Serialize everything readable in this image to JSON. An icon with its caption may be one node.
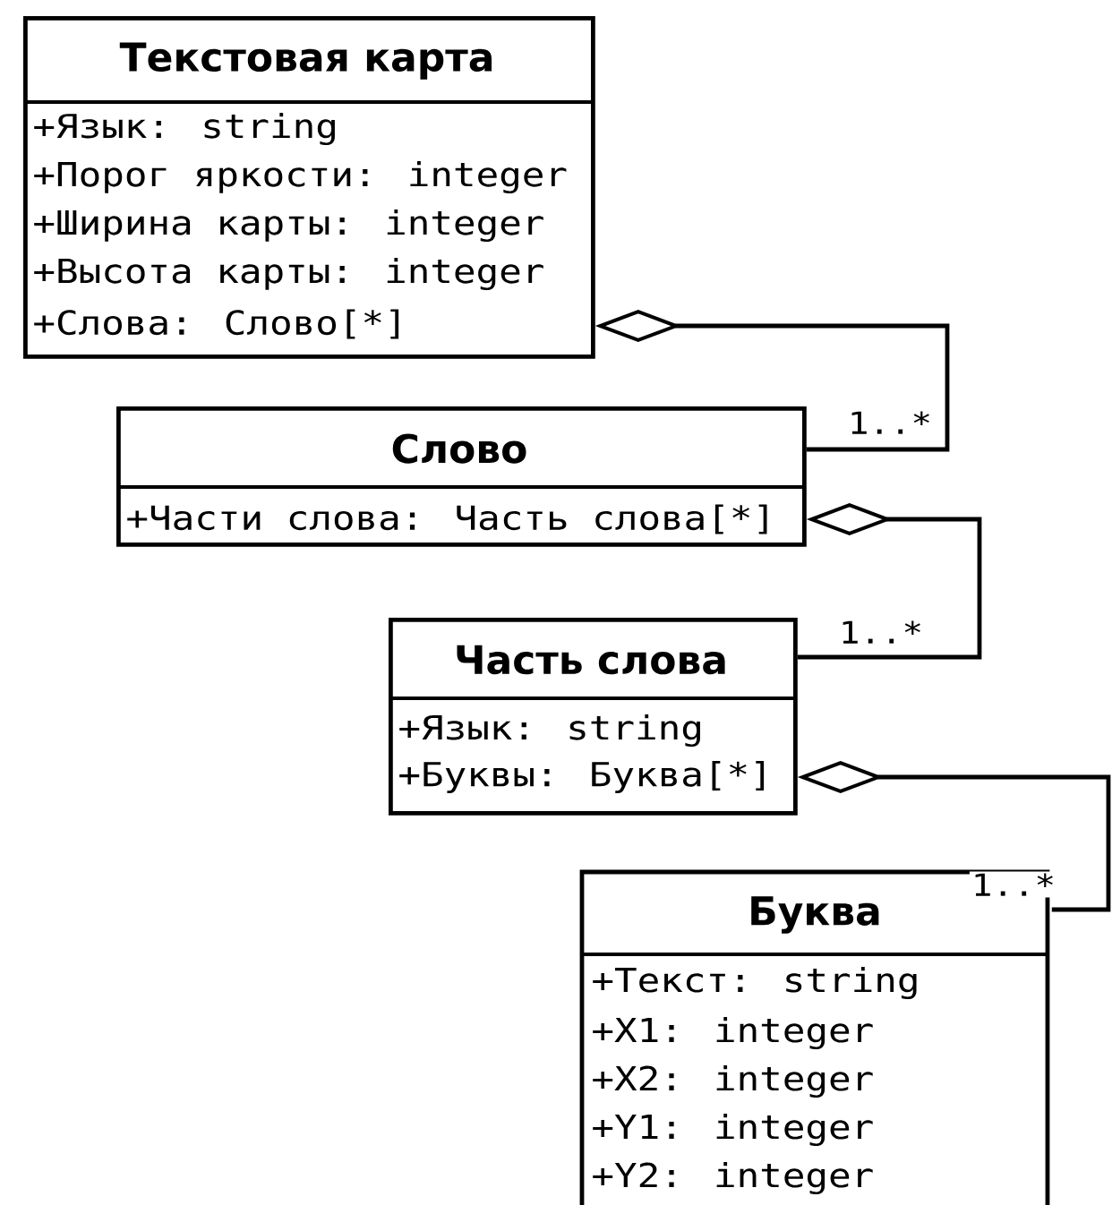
{
  "diagram": {
    "nodes": [
      {
        "text": [
          "Текстовая карта",
          "+Язык: string",
          "+Порог яркости: integer",
          "+Ширина карты: integer",
          "+Высота карты: integer",
          "+Слова: Слово[*]"
        ]
      },
      {
        "text": [
          "Слово",
          "+Части слова: Часть слова[*]"
        ]
      },
      {
        "text": [
          "Часть слова",
          "+Язык: string",
          "+Буквы: Буква[*]"
        ]
      },
      {
        "text": [
          "Буква",
          "+Текст: string",
          "+X1: integer",
          "+X2: integer",
          "+Y1: integer",
          "+Y2: integer"
        ]
      }
    ],
    "edges": [
      {
        "from": 0,
        "to": 1,
        "arrow": "other",
        "label": "1..*"
      },
      {
        "from": 1,
        "to": 2,
        "arrow": "other",
        "label": "1..*"
      },
      {
        "from": 2,
        "to": 3,
        "arrow": "other",
        "label": "1..*"
      }
    ]
  }
}
